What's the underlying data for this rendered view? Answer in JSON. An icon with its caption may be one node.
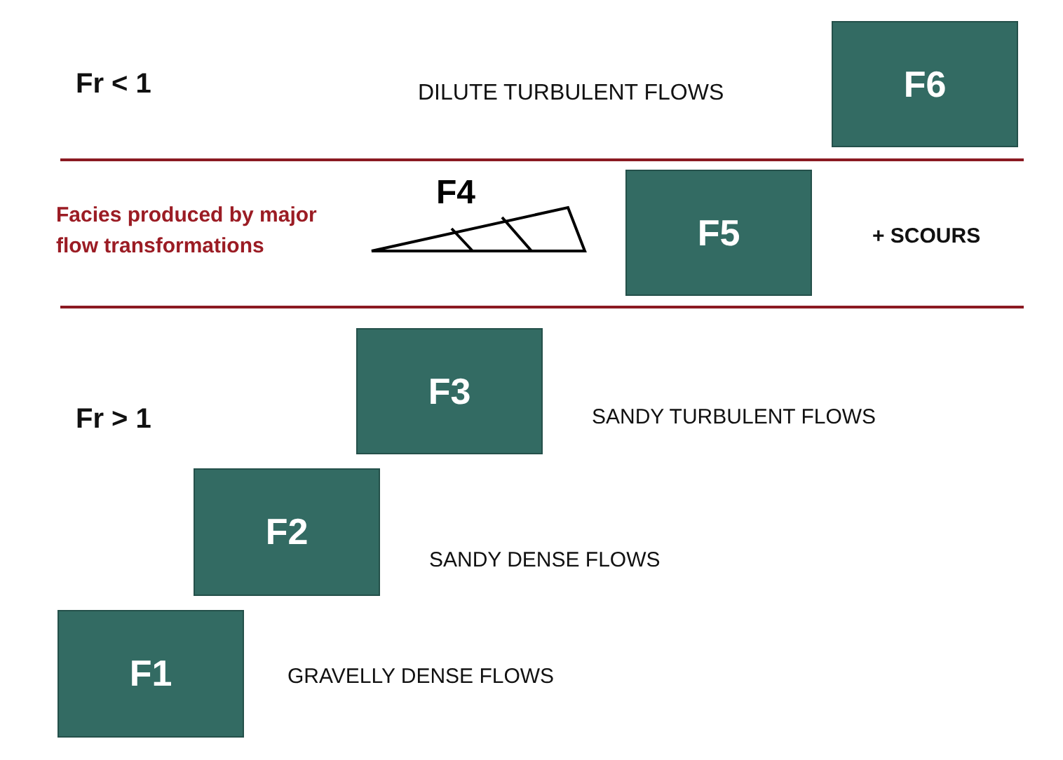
{
  "diagram": {
    "nodes": [
      {
        "text": [
          "F6"
        ]
      },
      {
        "text": [
          "F4"
        ]
      },
      {
        "text": [
          "F5"
        ]
      },
      {
        "text": [
          "F3"
        ]
      },
      {
        "text": [
          "F2"
        ]
      },
      {
        "text": [
          "F1"
        ]
      }
    ],
    "labels": [
      "Fr < 1",
      "DILUTE TURBULENT FLOWS",
      "Facies produced by major flow transformations",
      "+ SCOURS",
      "Fr > 1",
      "SANDY TURBULENT FLOWS",
      "SANDY DENSE FLOWS",
      "GRAVELLY DENSE FLOWS"
    ]
  }
}
